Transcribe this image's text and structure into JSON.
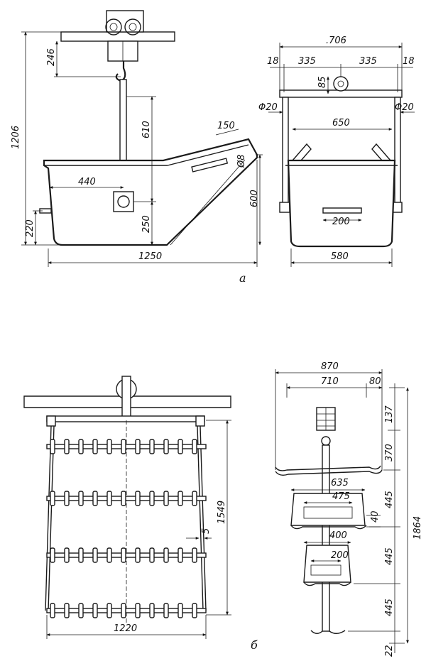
{
  "figure_a": {
    "label": "а",
    "side_view": {
      "dim_height_total": "1206",
      "dim_hook_drop": "246",
      "dim_rod_upper": "610",
      "dim_rod_lower": "250",
      "dim_hook_offset": "440",
      "dim_side_height": "600",
      "dim_bottom_height": "220",
      "dim_total_length": "1250",
      "dim_lip": "150",
      "dim_lip_hole": "Ø8"
    },
    "end_view": {
      "dim_overall_width": ".706",
      "dim_left_edge": "18",
      "dim_left_half": "335",
      "dim_right_half": "335",
      "dim_right_edge": "18",
      "dim_eye_drop": "85",
      "dim_left_rod": "Φ20",
      "dim_right_rod": "Φ20",
      "dim_top_width": "650",
      "dim_handle_width": "200",
      "dim_bottom_width": "580"
    }
  },
  "figure_b": {
    "label": "б",
    "front_view": {
      "dim_frame_height": "1549",
      "dim_gap": "5",
      "dim_frame_width": "1220"
    },
    "side_view": {
      "dim_total_width": "870",
      "dim_hook_reach": "710",
      "dim_hook_offset": "80",
      "dim_top_block": "137",
      "dim_first_drop": "370",
      "dim_tier_1_width": "635",
      "dim_tier_1_inner": "475",
      "dim_tier_1_depth": "40",
      "dim_tier_spacing_1": "445",
      "dim_tier_2_width": "400",
      "dim_tier_2_inner": "200",
      "dim_tier_spacing_2": "445",
      "dim_tier_spacing_3": "445",
      "dim_overall_height": "1864",
      "dim_bottom_offset": "22"
    }
  }
}
